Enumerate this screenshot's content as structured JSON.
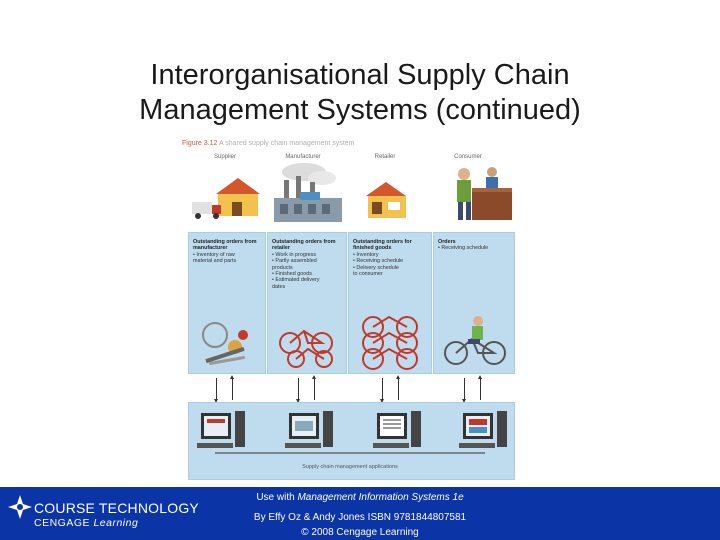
{
  "slide": {
    "title_line1": "Interorganisational Supply Chain",
    "title_line2": "Management Systems (continued)"
  },
  "figure": {
    "caption_number": "Figure 3.12",
    "caption_text": "A shared supply chain management system",
    "columns": [
      "Supplier",
      "Manufacturer",
      "Retailer",
      "Consumer"
    ],
    "panels": [
      {
        "heading": "Outstanding orders from manufacturer",
        "items": [
          "• Inventory of raw",
          "material and parts"
        ]
      },
      {
        "heading": "Outstanding orders from retailer",
        "items": [
          "• Work in progress",
          "• Partly assembled",
          "products",
          "• Finished goods",
          "• Estimated delivery",
          "dates"
        ]
      },
      {
        "heading": "Outstanding orders for finished goods",
        "items": [
          "• Inventory",
          "• Receiving schedule",
          "• Delivery schedule",
          "to consumer"
        ]
      },
      {
        "heading": "Orders",
        "items": [
          "• Receiving schedule"
        ]
      }
    ],
    "bottom_label": "Supply chain management applications"
  },
  "footer": {
    "brand_line1": "COURSE TECHNOLOGY",
    "brand_line2_a": "CENGAGE ",
    "brand_line2_b": "Learning",
    "use_with_prefix": "Use with ",
    "use_with_title": "Management Information Systems 1e",
    "authors": "By Effy Oz & Andy Jones ISBN 9781844807581",
    "copyright": "© 2008 Cengage Learning"
  },
  "colors": {
    "footer_bg": "#0b34a7",
    "panel_bg": "#bfdcee",
    "caption_red": "#d9534f"
  }
}
